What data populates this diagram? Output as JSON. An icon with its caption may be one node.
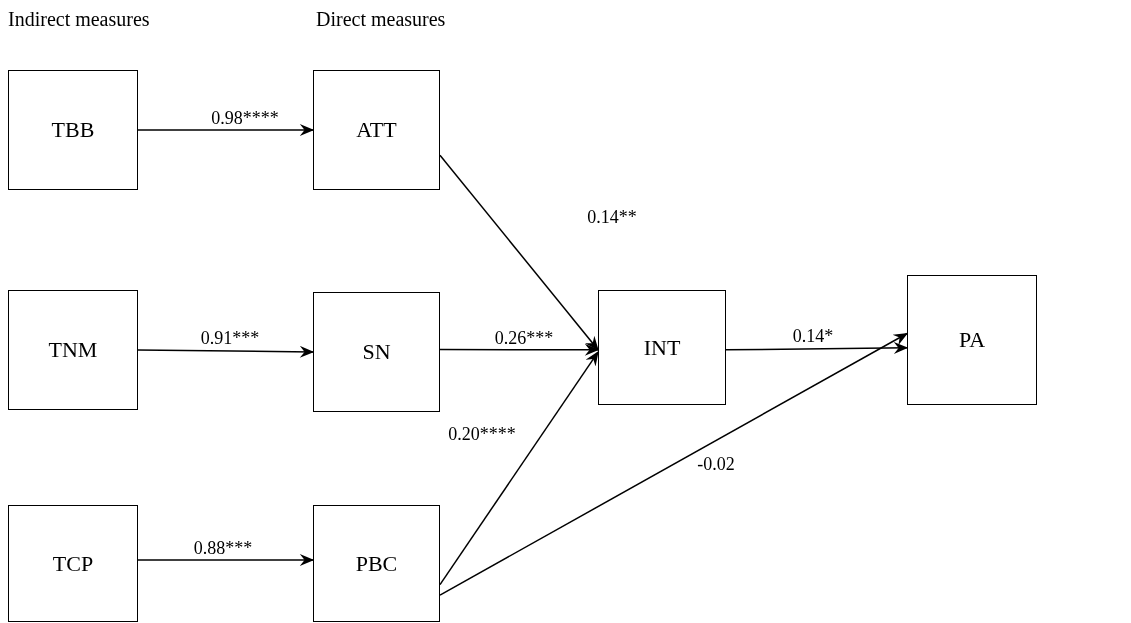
{
  "diagram": {
    "nodes": [
      {
        "text": [
          "TBB"
        ]
      },
      {
        "text": [
          "ATT"
        ]
      },
      {
        "text": [
          "TNM"
        ]
      },
      {
        "text": [
          "SN"
        ]
      },
      {
        "text": [
          "INT"
        ]
      },
      {
        "text": [
          "PA"
        ]
      },
      {
        "text": [
          "TCP"
        ]
      },
      {
        "text": [
          "PBC"
        ]
      }
    ],
    "edges": [
      {
        "from": 0,
        "to": 1,
        "arrow": "to",
        "label": "0.98****"
      },
      {
        "from": 1,
        "to": 4,
        "arrow": "to",
        "label": "0.14**"
      },
      {
        "from": 2,
        "to": 3,
        "arrow": "to",
        "label": "0.91***"
      },
      {
        "from": 3,
        "to": 4,
        "arrow": "to",
        "label": "0.26***"
      },
      {
        "from": 4,
        "to": 5,
        "arrow": "to",
        "label": "0.14*"
      },
      {
        "from": 6,
        "to": 7,
        "arrow": "to",
        "label": "0.88***"
      },
      {
        "from": 7,
        "to": 4,
        "arrow": "to",
        "label": "0.20****"
      },
      {
        "from": 7,
        "to": 5,
        "arrow": "to",
        "label": "-0.02"
      }
    ],
    "labels": [
      "Indirect measures",
      "Direct measures"
    ]
  }
}
